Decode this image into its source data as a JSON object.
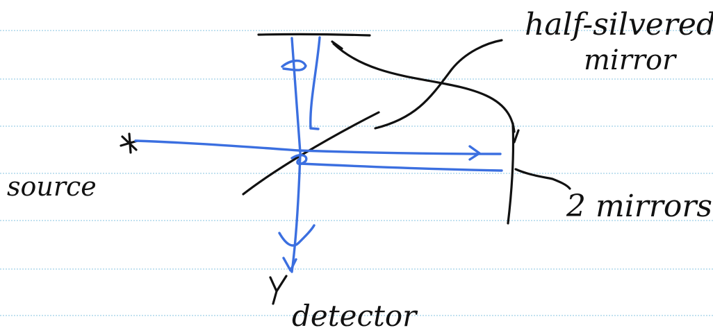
{
  "labels": {
    "source": "source",
    "half_silvered_line1": "half-silvered",
    "half_silvered_line2": "mirror",
    "two_mirrors": "2 mirrors",
    "detector": "detector"
  },
  "colors": {
    "ink": "#111111",
    "beam": "#3b6fe0",
    "ruled_line": "#9ecfe6",
    "paper": "#ffffff"
  }
}
